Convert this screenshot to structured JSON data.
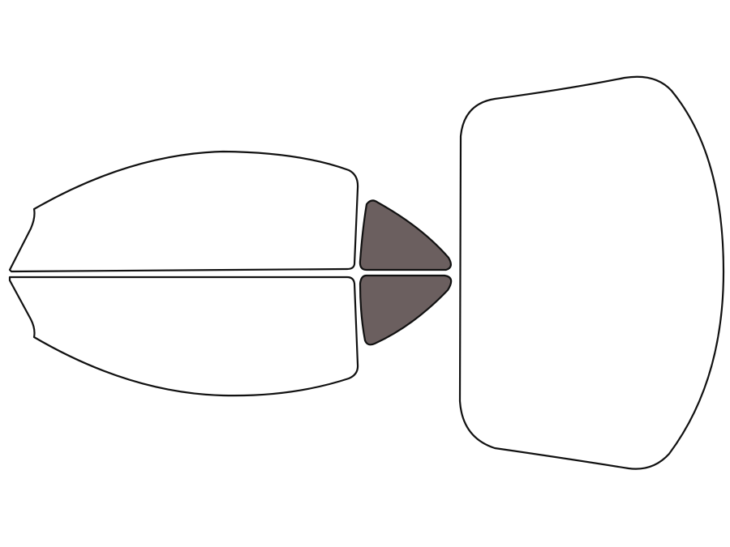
{
  "diagram": {
    "description_visible_text": "",
    "colors": {
      "background": "#ffffff",
      "outline": "#111111",
      "clear_panel": "#ffffff",
      "tinted_panel": "#6b5f5f"
    },
    "panels": [
      {
        "id": "upper-side-window",
        "tinted": false
      },
      {
        "id": "lower-side-window",
        "tinted": false
      },
      {
        "id": "upper-quarter-window",
        "tinted": true
      },
      {
        "id": "lower-quarter-window",
        "tinted": true
      },
      {
        "id": "rear-windshield",
        "tinted": false
      }
    ]
  }
}
